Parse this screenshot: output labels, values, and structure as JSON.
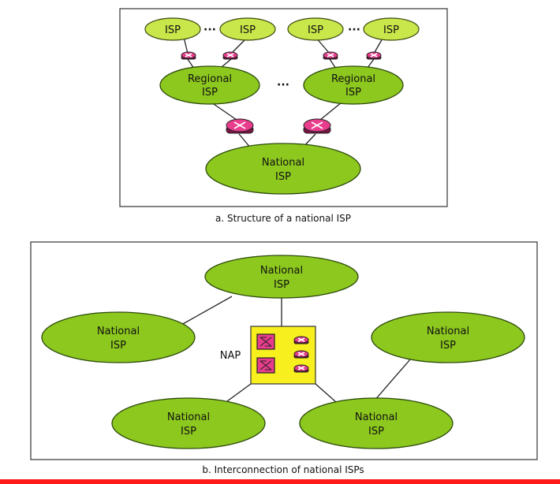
{
  "part_a": {
    "isp_nodes": [
      "ISP",
      "ISP",
      "ISP",
      "ISP"
    ],
    "regional_nodes": [
      {
        "line1": "Regional",
        "line2": "ISP"
      },
      {
        "line1": "Regional",
        "line2": "ISP"
      }
    ],
    "national_node": {
      "line1": "National",
      "line2": "ISP"
    },
    "ellipsis": "···",
    "caption": "a. Structure of a national ISP"
  },
  "part_b": {
    "national_nodes": [
      {
        "line1": "National",
        "line2": "ISP"
      },
      {
        "line1": "National",
        "line2": "ISP"
      },
      {
        "line1": "National",
        "line2": "ISP"
      },
      {
        "line1": "National",
        "line2": "ISP"
      },
      {
        "line1": "National",
        "line2": "ISP"
      }
    ],
    "nap_label": "NAP",
    "caption": "b. Interconnection of national ISPs"
  },
  "colors": {
    "national_green": "#8dc81f",
    "isp_green": "#c9e64a",
    "router_pink": "#e83c8c",
    "nap_yellow": "#f7ef1e",
    "bottom_bar": "#ff1a1a"
  }
}
